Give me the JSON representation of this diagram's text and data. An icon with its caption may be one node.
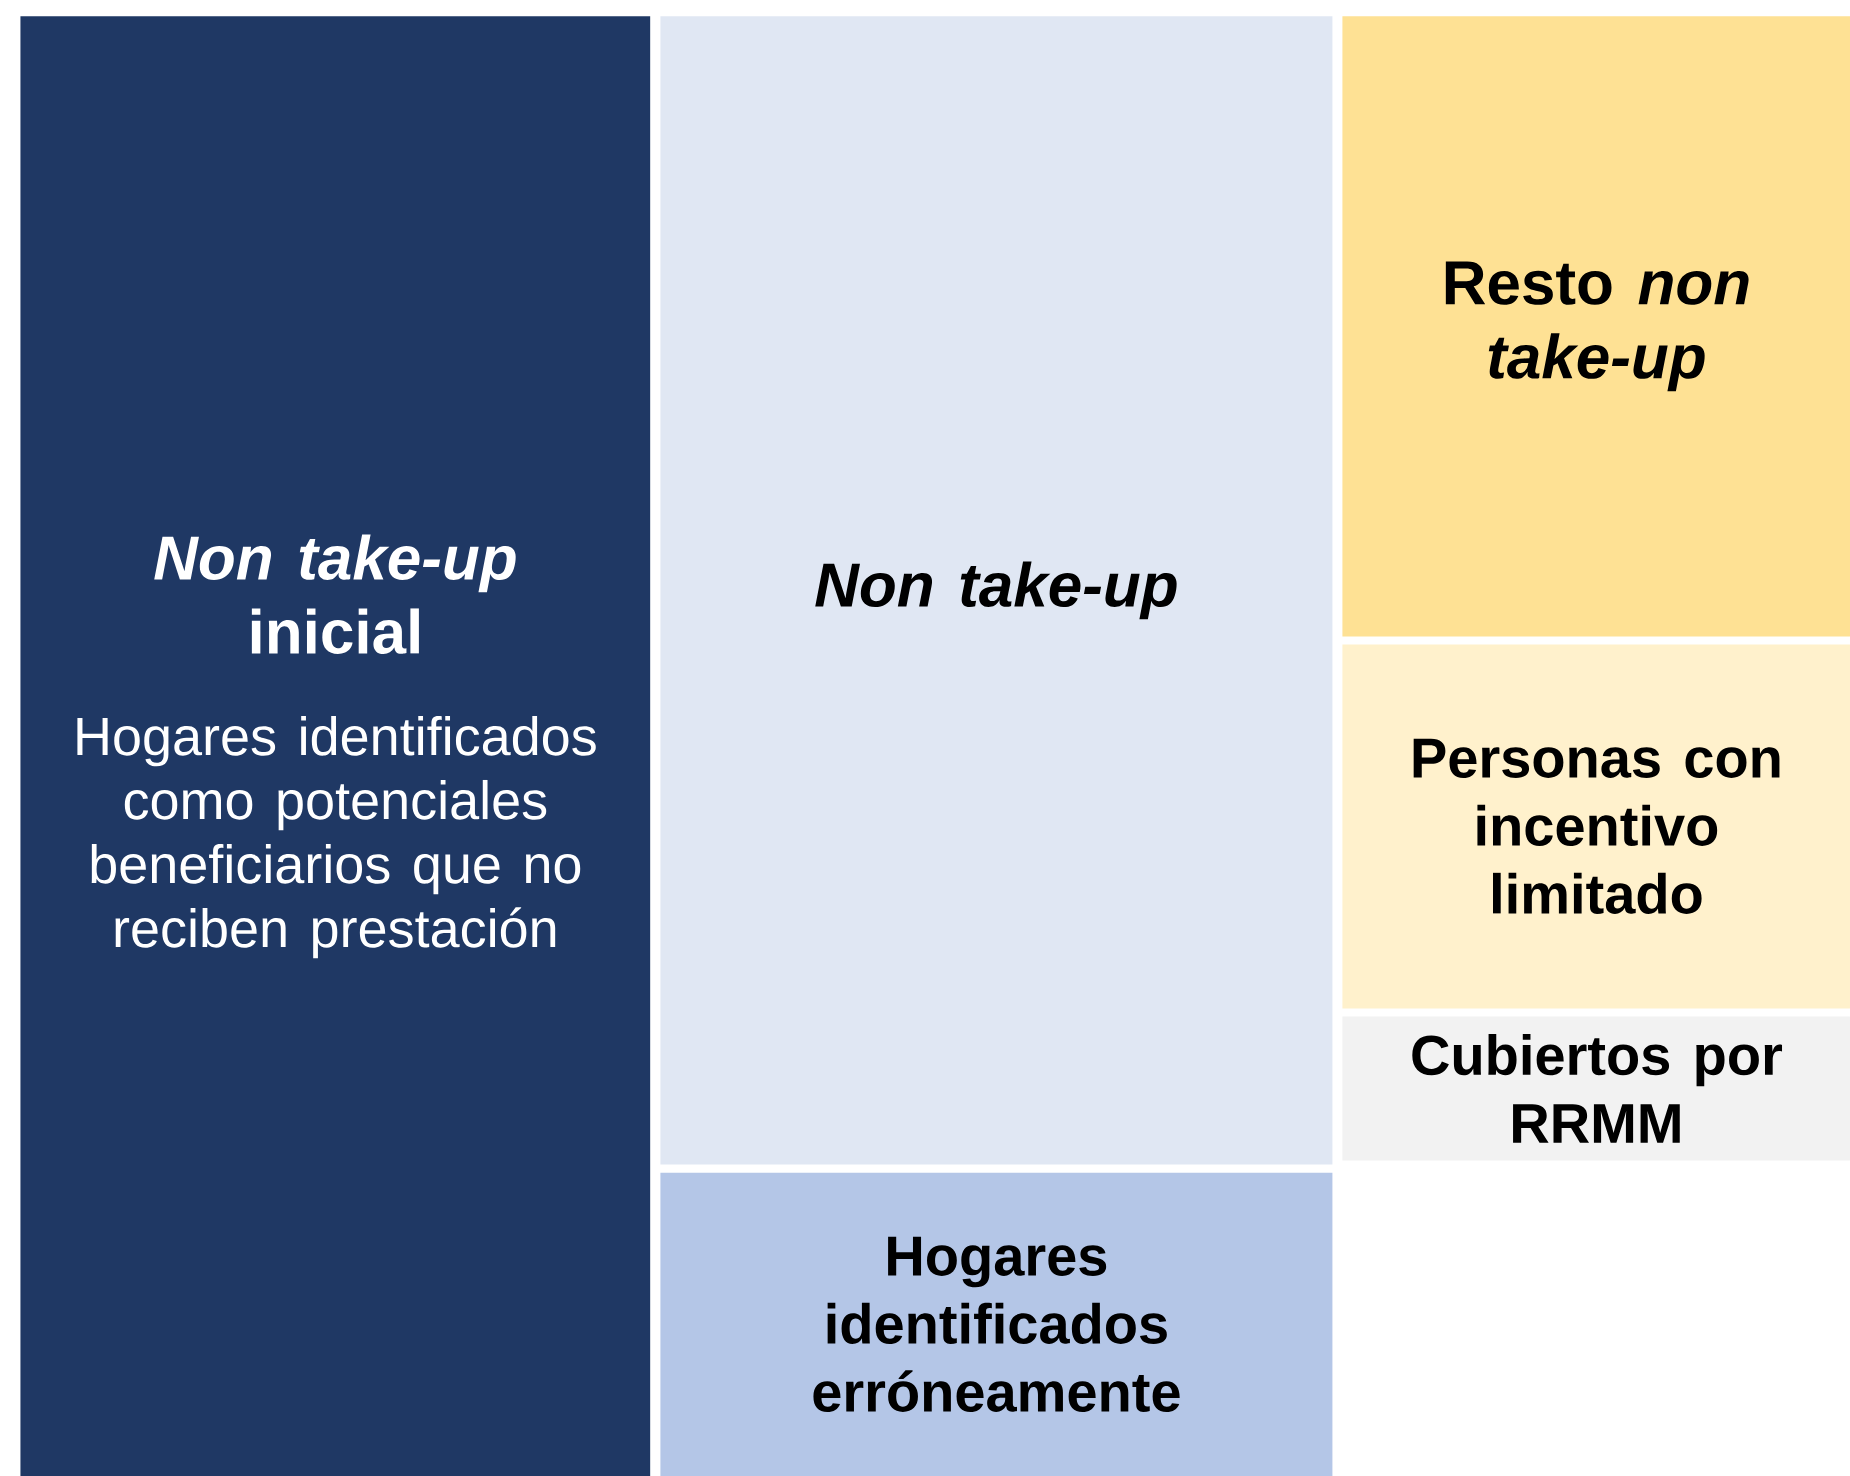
{
  "diagram": {
    "nodes": [
      {
        "text": [
          "*Non take-up* inicial",
          "Hogares identificados como potenciales beneficiarios que no reciben prestación"
        ]
      },
      {
        "text": [
          "Non take-up"
        ]
      },
      {
        "text": [
          "Hogares identificados erróneamente"
        ]
      },
      {
        "text": [
          "Resto *non take-up*"
        ]
      },
      {
        "text": [
          "Personas con incentivo limitado"
        ]
      },
      {
        "text": [
          "Cubiertos por RRMM"
        ]
      }
    ]
  }
}
